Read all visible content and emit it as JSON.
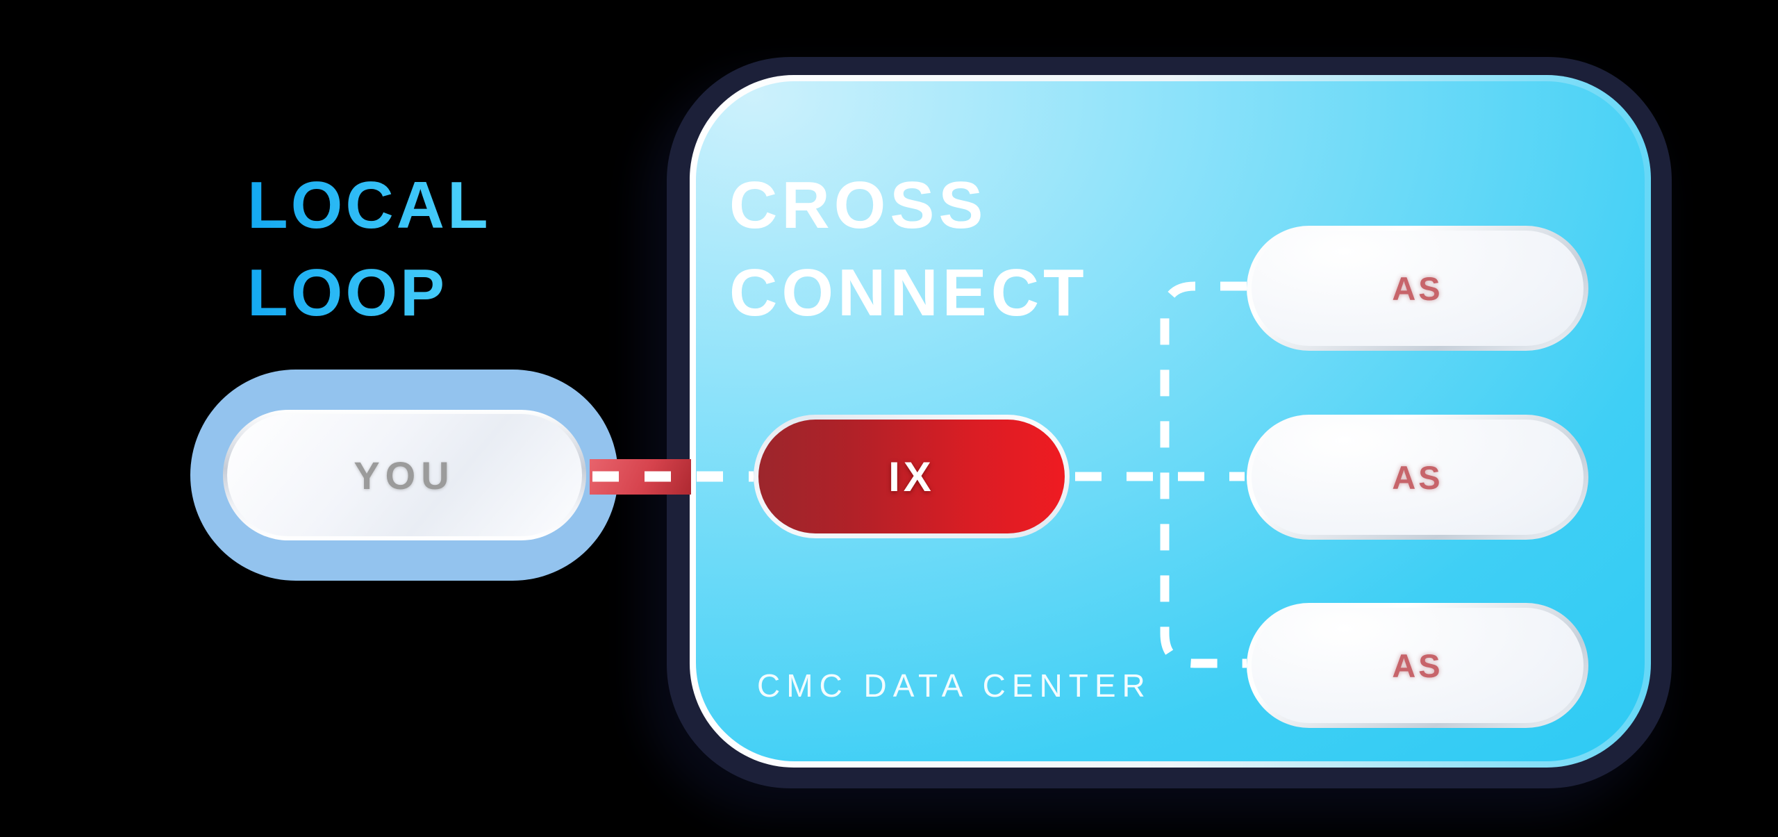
{
  "diagram": {
    "local_loop": {
      "line1": "LOCAL",
      "line2": "LOOP"
    },
    "you_node": {
      "label": "YOU"
    },
    "data_center": {
      "title_line1": "CROSS",
      "title_line2": "CONNECT",
      "footer_label": "CMC DATA CENTER",
      "ix_node": {
        "label": "IX"
      },
      "as_nodes": [
        {
          "label": "AS"
        },
        {
          "label": "AS"
        },
        {
          "label": "AS"
        }
      ]
    },
    "colors": {
      "background": "#000000",
      "headline_gradient_start": "#13a8f1",
      "headline_gradient_end": "#4bd0fa",
      "box_border_navy": "#1c2039",
      "box_fill_light": "#cdf1fc",
      "box_fill_cyan": "#27c8f3",
      "you_container_blue": "#93c3ee",
      "you_text_gray": "#9b9b9b",
      "ix_red_dark": "#9c262c",
      "ix_red_bright": "#ef1b22",
      "connector_red": "#d6434d",
      "as_text_red": "#c7646a",
      "dash_white": "#ffffff"
    }
  }
}
